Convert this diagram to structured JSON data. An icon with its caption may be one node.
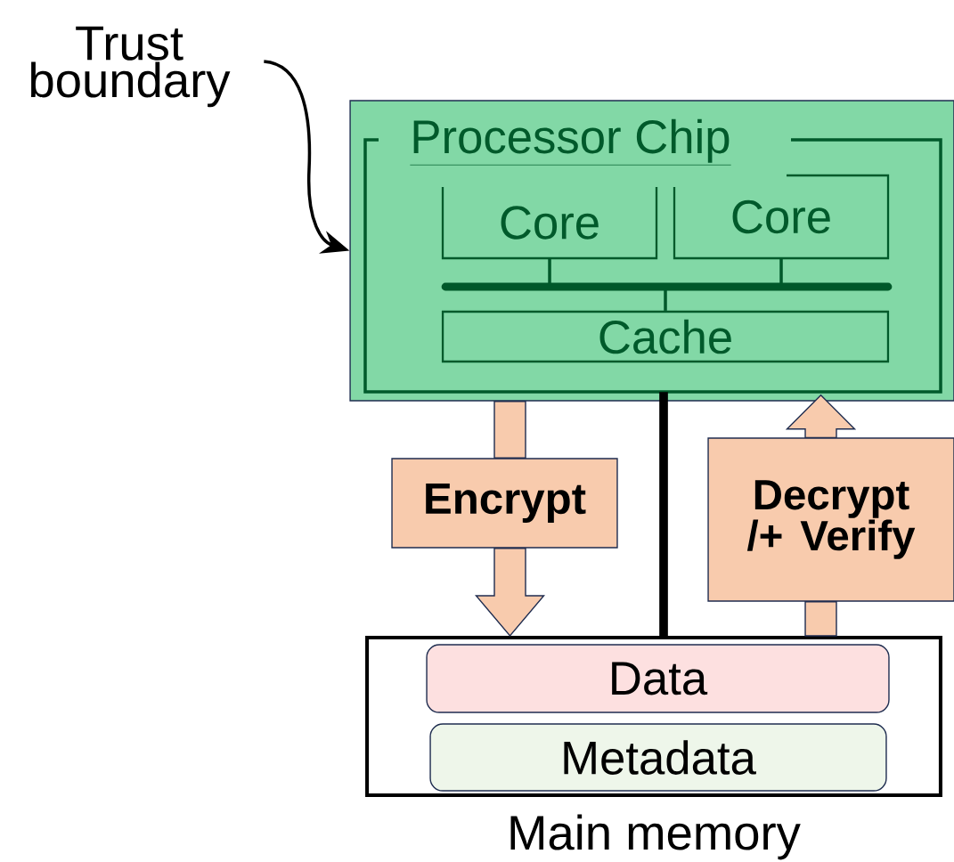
{
  "diagram": {
    "nodes": [
      {
        "text": [
          "Trust boundary"
        ]
      },
      {
        "text": [],
        "shape": "box"
      },
      {
        "text": [
          "Processor Chip"
        ],
        "in": 1
      },
      {
        "text": [
          "Core"
        ],
        "in": 2
      },
      {
        "text": [
          "Core"
        ],
        "in": 2
      },
      {
        "text": [
          "Cache"
        ],
        "in": 2
      },
      {
        "text": [
          "Encrypt"
        ]
      },
      {
        "text": [
          "Decrypt /+ Verify"
        ]
      },
      {
        "text": [
          "Main memory"
        ]
      },
      {
        "text": [
          "Data"
        ],
        "in": 8
      },
      {
        "text": [
          "Metadata"
        ],
        "in": 8
      }
    ],
    "edges": [
      {
        "from": 3,
        "to": 5,
        "arrow": "none",
        "color": "#00582a"
      },
      {
        "from": 4,
        "to": 5,
        "arrow": "none",
        "color": "#00582a"
      },
      {
        "from": 1,
        "to": 6,
        "arrow": "none"
      },
      {
        "from": 6,
        "to": 8,
        "arrow": "to"
      },
      {
        "from": 8,
        "to": 7,
        "arrow": "none"
      },
      {
        "from": 7,
        "to": 1,
        "arrow": "to"
      },
      {
        "from": 2,
        "to": 8,
        "arrow": "none",
        "color": "#000000"
      },
      {
        "from": 0,
        "to": 1,
        "arrow": "to",
        "color": "#000000"
      }
    ]
  }
}
